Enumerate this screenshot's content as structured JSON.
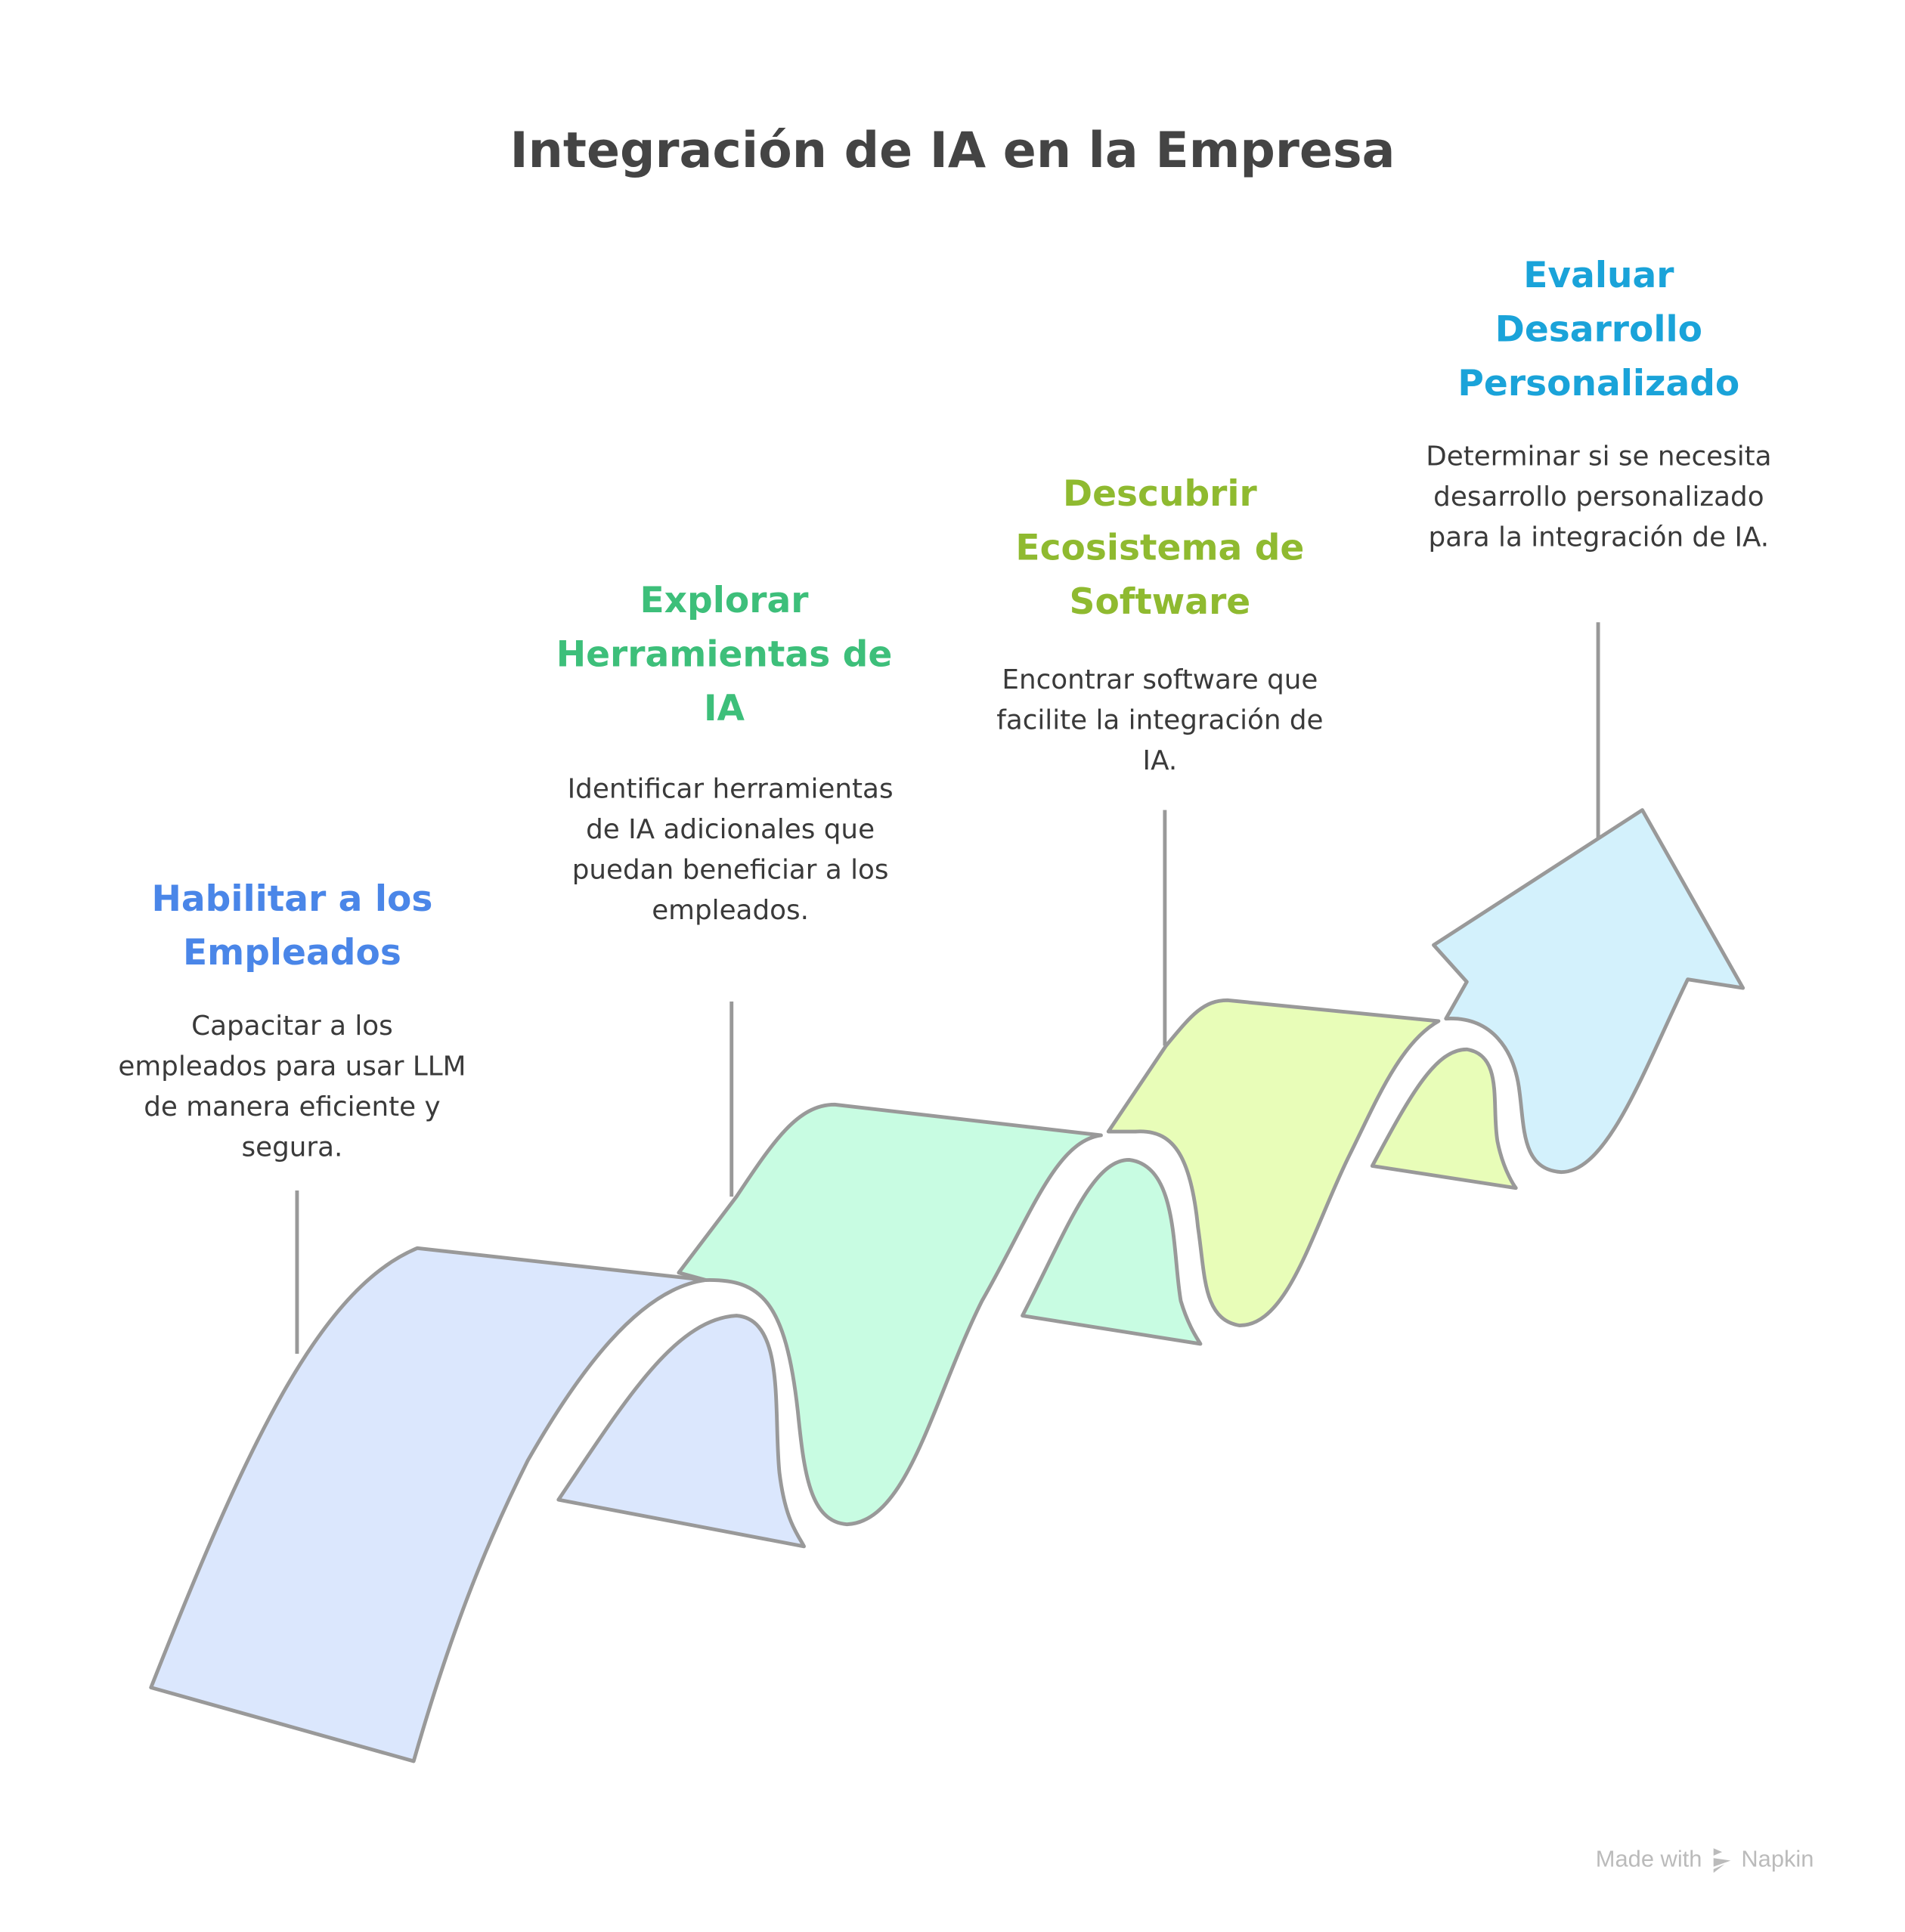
{
  "title": "Integración de IA en la Empresa",
  "steps": [
    {
      "heading": "Habilitar a los Empleados",
      "description": "Capacitar a los empleados para usar LLM de manera eficiente y segura.",
      "color": "#4a86e8",
      "fill": "#dbe7fd"
    },
    {
      "heading": "Explorar Herramientas de IA",
      "description": "Identificar herramientas de IA adicionales que puedan beneficiar a los empleados.",
      "color": "#3dbf7a",
      "fill": "#c8fce2"
    },
    {
      "heading": "Descubrir Ecosistema de Software",
      "description": "Encontrar software que facilite la integración de IA.",
      "color": "#8fba30",
      "fill": "#e8fdb8"
    },
    {
      "heading": "Evaluar Desarrollo Personalizado",
      "description": "Determinar si se necesita desarrollo personalizado para la integración de IA.",
      "color": "#1aa3d9",
      "fill": "#d3f1fc"
    }
  ],
  "footer": {
    "made_with": "Made with",
    "brand": "Napkin"
  }
}
